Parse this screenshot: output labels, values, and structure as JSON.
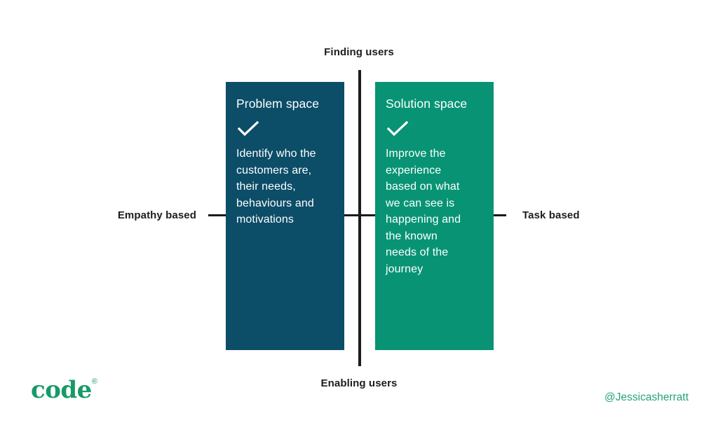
{
  "diagram": {
    "axes": {
      "top_label": "Finding users",
      "bottom_label": "Enabling users",
      "left_label": "Empathy based",
      "right_label": "Task based",
      "line_color": "#1c1c1c",
      "label_color": "#1d1d1d"
    },
    "quadrant_boxes": [
      {
        "title": "Problem space",
        "icon": "checkmark-icon",
        "body": "Identify who the\ncustomers are,\ntheir needs,\nbehaviours and\nmotivations",
        "bg_color": "#0c4d68",
        "text_color": "#ffffff"
      },
      {
        "title": "Solution space",
        "icon": "checkmark-icon",
        "body": "Improve the\nexperience\nbased on what\nwe can see is\nhappening and\nthe known\nneeds of the\njourney",
        "bg_color": "#089474",
        "text_color": "#ffffff"
      }
    ]
  },
  "footer": {
    "brand": "code",
    "brand_registered": "®",
    "brand_color": "#179a67",
    "credit": "@Jessicasherratt",
    "credit_color": "#26a27b"
  }
}
